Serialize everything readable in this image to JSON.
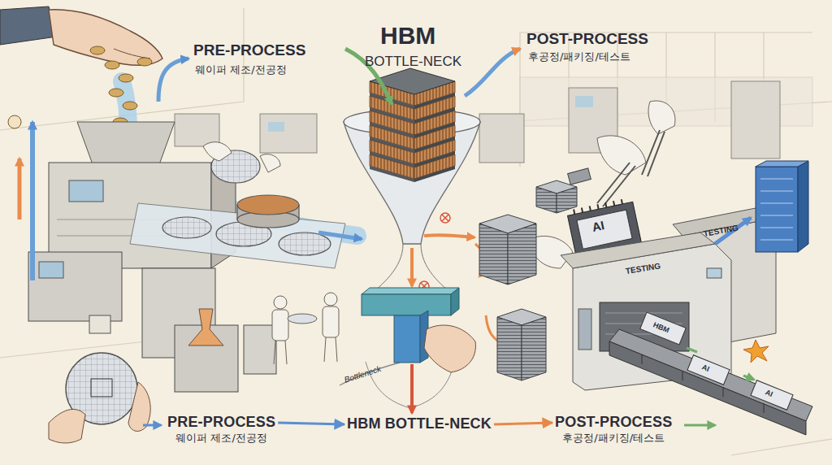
{
  "diagram": {
    "nodes": [
      {
        "text": [
          "PRE-PROCESS",
          "웨이퍼 제조/전공정"
        ]
      },
      {
        "text": [
          "HBM BOTTLE-NECK"
        ]
      },
      {
        "text": [
          "POST-PROCESS",
          "후공정/패키징/테스트"
        ]
      }
    ],
    "edges": [
      {
        "from": 0,
        "to": 1,
        "arrow": "to"
      },
      {
        "from": 1,
        "to": 2,
        "arrow": "to"
      }
    ],
    "labels": [
      "PRE-PROCESS",
      "웨이퍼 제조/전공정",
      "HBM",
      "BOTTLE-NECK",
      "POST-PROCESS",
      "후공정/패키징/테스트",
      "AI",
      "TESTING",
      "TESTING",
      "Bottleneck",
      "HBM",
      "AI",
      "AI"
    ]
  }
}
